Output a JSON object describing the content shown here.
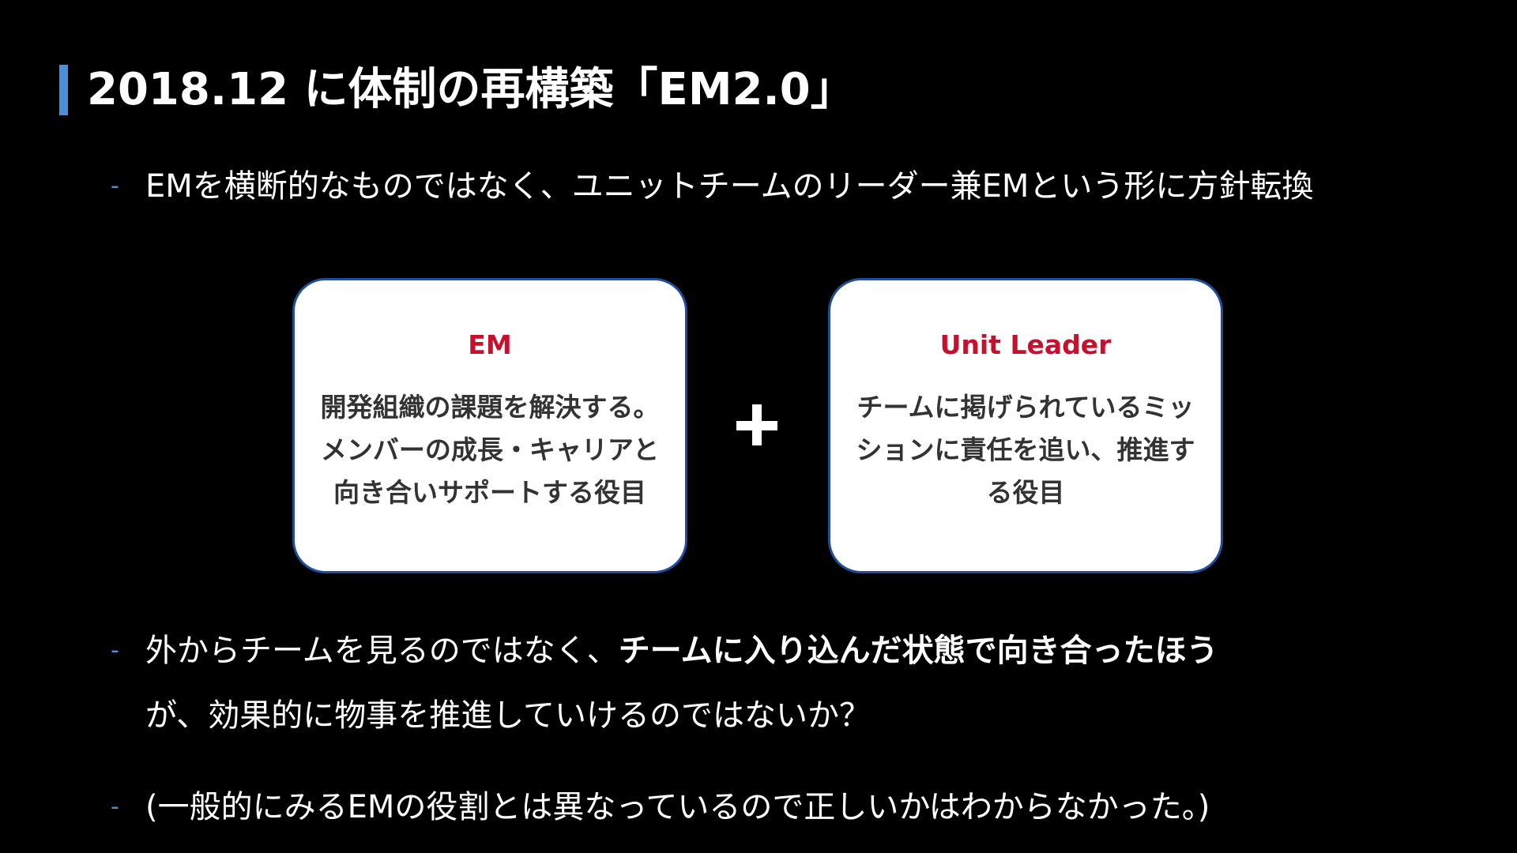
{
  "slide": {
    "title": "2018.12 に体制の再構築「EM2.0」",
    "accent_color": "#4a90d9",
    "bullets": {
      "dash": "-",
      "b1": "EMを横断的なものではなく、ユニットチームのリーダー兼EMという形に方針転換",
      "b2_part1": "外からチームを見るのではなく、",
      "b2_bold": "チームに入り込んだ状態で向き合ったほう",
      "b2_line2": "が、効果的に物事を推進していけるのではないか？",
      "b3": "(一般的にみるEMの役割とは異なっているので正しいかはわからなかった。)"
    },
    "card_em": {
      "title": "EM",
      "lines": [
        "開発組織の課題を解決する。",
        "メンバーの成長・キャリアと",
        "向き合いサポートする役目"
      ]
    },
    "card_unit": {
      "title": "Unit Leader",
      "lines": [
        "チームに掲げられているミッ",
        "ションに責任を追い、推進す",
        "る役目"
      ]
    },
    "card_title_color": "#c8102e",
    "card_border_color": "#1f4f9a",
    "plus_icon": "plus-icon"
  }
}
